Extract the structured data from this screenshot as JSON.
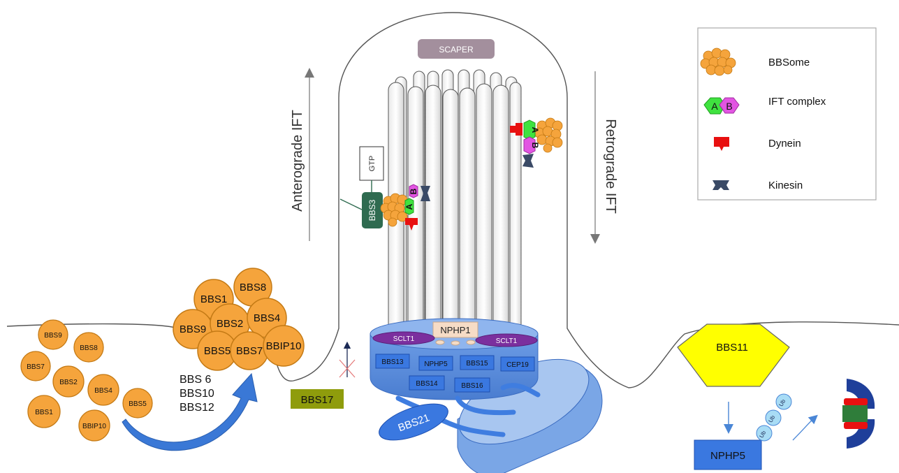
{
  "labels": {
    "scaper": "SCAPER",
    "anterograde": "Anterograde IFT",
    "retrograde": "Retrograde IFT",
    "gtp": "GTP",
    "bbs3": "BBS3",
    "ift_a": "A",
    "ift_b": "B",
    "nphp1": "NPHP1",
    "sclt1": "SCLT1",
    "bbs13": "BBS13",
    "nphp5_base": "NPHP5",
    "bbs15": "BBS15",
    "cep19": "CEP19",
    "bbs14": "BBS14",
    "bbs16": "BBS16",
    "bbs21": "BBS21",
    "bbs17": "BBS17",
    "bbs6": "BBS 6",
    "bbs10": "BBS10",
    "bbs12": "BBS12",
    "bbs11": "BBS11",
    "nphp5_right": "NPHP5",
    "ub": "Ub"
  },
  "bbsome_complex": [
    "BBS1",
    "BBS8",
    "BBS9",
    "BBS2",
    "BBS4",
    "BBS5",
    "BBS7",
    "BBIP10"
  ],
  "free_subunits": [
    "BBS9",
    "BBS8",
    "BBS7",
    "BBS2",
    "BBS4",
    "BBS1",
    "BBS5",
    "BBIP10"
  ],
  "legend": [
    {
      "icon": "bbsome-icon",
      "label": "BBSome"
    },
    {
      "icon": "ift-complex-icon",
      "label": "IFT complex"
    },
    {
      "icon": "dynein-icon",
      "label": "Dynein"
    },
    {
      "icon": "kinesin-icon",
      "label": "Kinesin"
    }
  ],
  "colors": {
    "orange": "#f5a43c",
    "orange_stroke": "#c47a15",
    "ift_green": "#3fe23f",
    "ift_magenta": "#e255e2",
    "dynein_red": "#e81010",
    "kinesin_navy": "#3a4a66",
    "base_blue": "#5b8fe0",
    "box_blue": "#3a78e0",
    "bbs3_green": "#2f6b50",
    "bbs17_olive": "#8f9c0c",
    "bbs11_yellow": "#ffff00",
    "sclt1_purple": "#7b2f9e",
    "scaper_mauve": "#a38f9d"
  }
}
